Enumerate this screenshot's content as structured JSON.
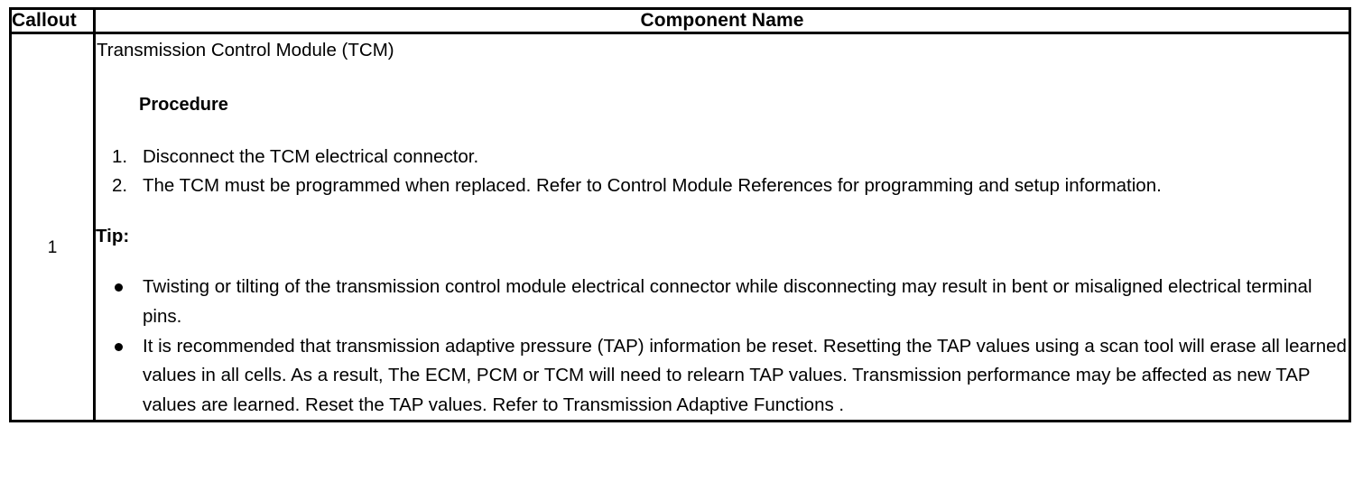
{
  "table": {
    "headers": {
      "callout": "Callout",
      "component_name": "Component Name"
    },
    "rows": [
      {
        "callout": "1",
        "component": {
          "title": "Transmission Control Module (TCM)",
          "procedure_heading": "Procedure",
          "procedure_steps": [
            "Disconnect the TCM electrical connector.",
            "The TCM must be programmed when replaced. Refer to Control Module References for programming and setup information."
          ],
          "tip_heading": "Tip:",
          "tip_items": [
            "Twisting or tilting of the transmission control module electrical connector while disconnecting may result in bent or misaligned electrical terminal pins.",
            "It is recommended that transmission adaptive pressure (TAP) information be reset. Resetting the TAP values using a scan tool will erase all learned values in all cells. As a result, The ECM, PCM or TCM will need to relearn TAP values. Transmission performance may be affected as new TAP values are learned. Reset the TAP values. Refer to Transmission Adaptive Functions ."
          ]
        }
      }
    ]
  },
  "colors": {
    "border": "#000000",
    "text": "#000000",
    "background": "#ffffff"
  }
}
